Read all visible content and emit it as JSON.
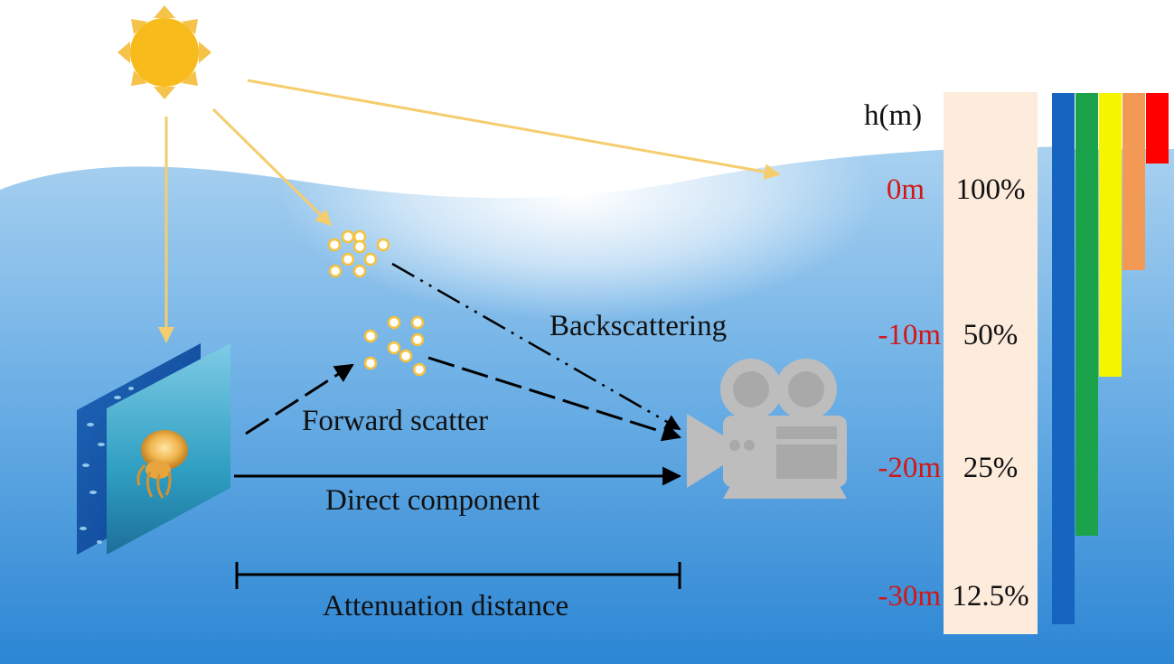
{
  "labels": {
    "backscattering": "Backscattering",
    "forward_scatter": "Forward scatter",
    "direct_component": "Direct component",
    "attenuation_distance": "Attenuation distance",
    "depth_header": "h(m)"
  },
  "depth_table": [
    {
      "depth": "0m",
      "percent": "100%"
    },
    {
      "depth": "-10m",
      "percent": "50%"
    },
    {
      "depth": "-20m",
      "percent": "25%"
    },
    {
      "depth": "-30m",
      "percent": "12.5%"
    }
  ],
  "light_bars": [
    {
      "color": "#1565c0",
      "depth_m": 30
    },
    {
      "color": "#1aa34a",
      "depth_m": 25
    },
    {
      "color": "#f5f500",
      "depth_m": 16
    },
    {
      "color": "#f29a55",
      "depth_m": 10
    },
    {
      "color": "#ff0000",
      "depth_m": 4
    }
  ],
  "colors": {
    "sun": "#f7bc1c",
    "sun_rays": "#f5c24a",
    "light_arrow": "#f5cd6e",
    "depth_text": "#d01818",
    "camera": "#bfbfbf",
    "table_bg": "#fdebdc"
  },
  "icons": [
    "sun-icon",
    "camera-icon",
    "particle-cluster",
    "jellyfish-photo"
  ]
}
